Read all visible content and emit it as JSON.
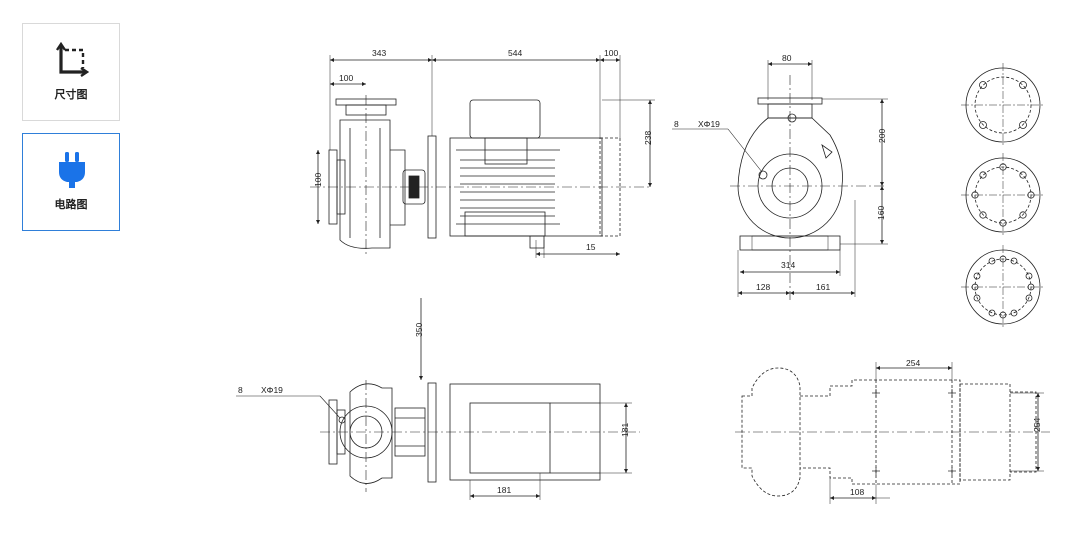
{
  "tabs": [
    {
      "label": "尺寸图",
      "icon": "dimension-icon",
      "active": false
    },
    {
      "label": "电路图",
      "icon": "plug-icon",
      "active": true
    }
  ],
  "dims": {
    "top_overall_left": "343",
    "top_overall_mid": "544",
    "top_overall_right": "100",
    "top_flange_width": "100",
    "side_inlet_height": "100",
    "motor_height": "238",
    "foot_offset": "15",
    "front_outlet_width": "80",
    "front_upper_height": "200",
    "front_lower_height": "160",
    "front_base_width": "314",
    "front_base_left": "128",
    "front_base_right": "161",
    "front_bolt_note_count": "8",
    "front_bolt_note_hole": "XΦ19",
    "plan_height": "350",
    "plan_bolt_note_count": "8",
    "plan_bolt_note_hole": "XΦ19",
    "plan_motor_height": "181",
    "plan_motor_foot": "181",
    "base_top_width": "254",
    "base_side_height": "254",
    "base_bottom_offset": "108"
  }
}
